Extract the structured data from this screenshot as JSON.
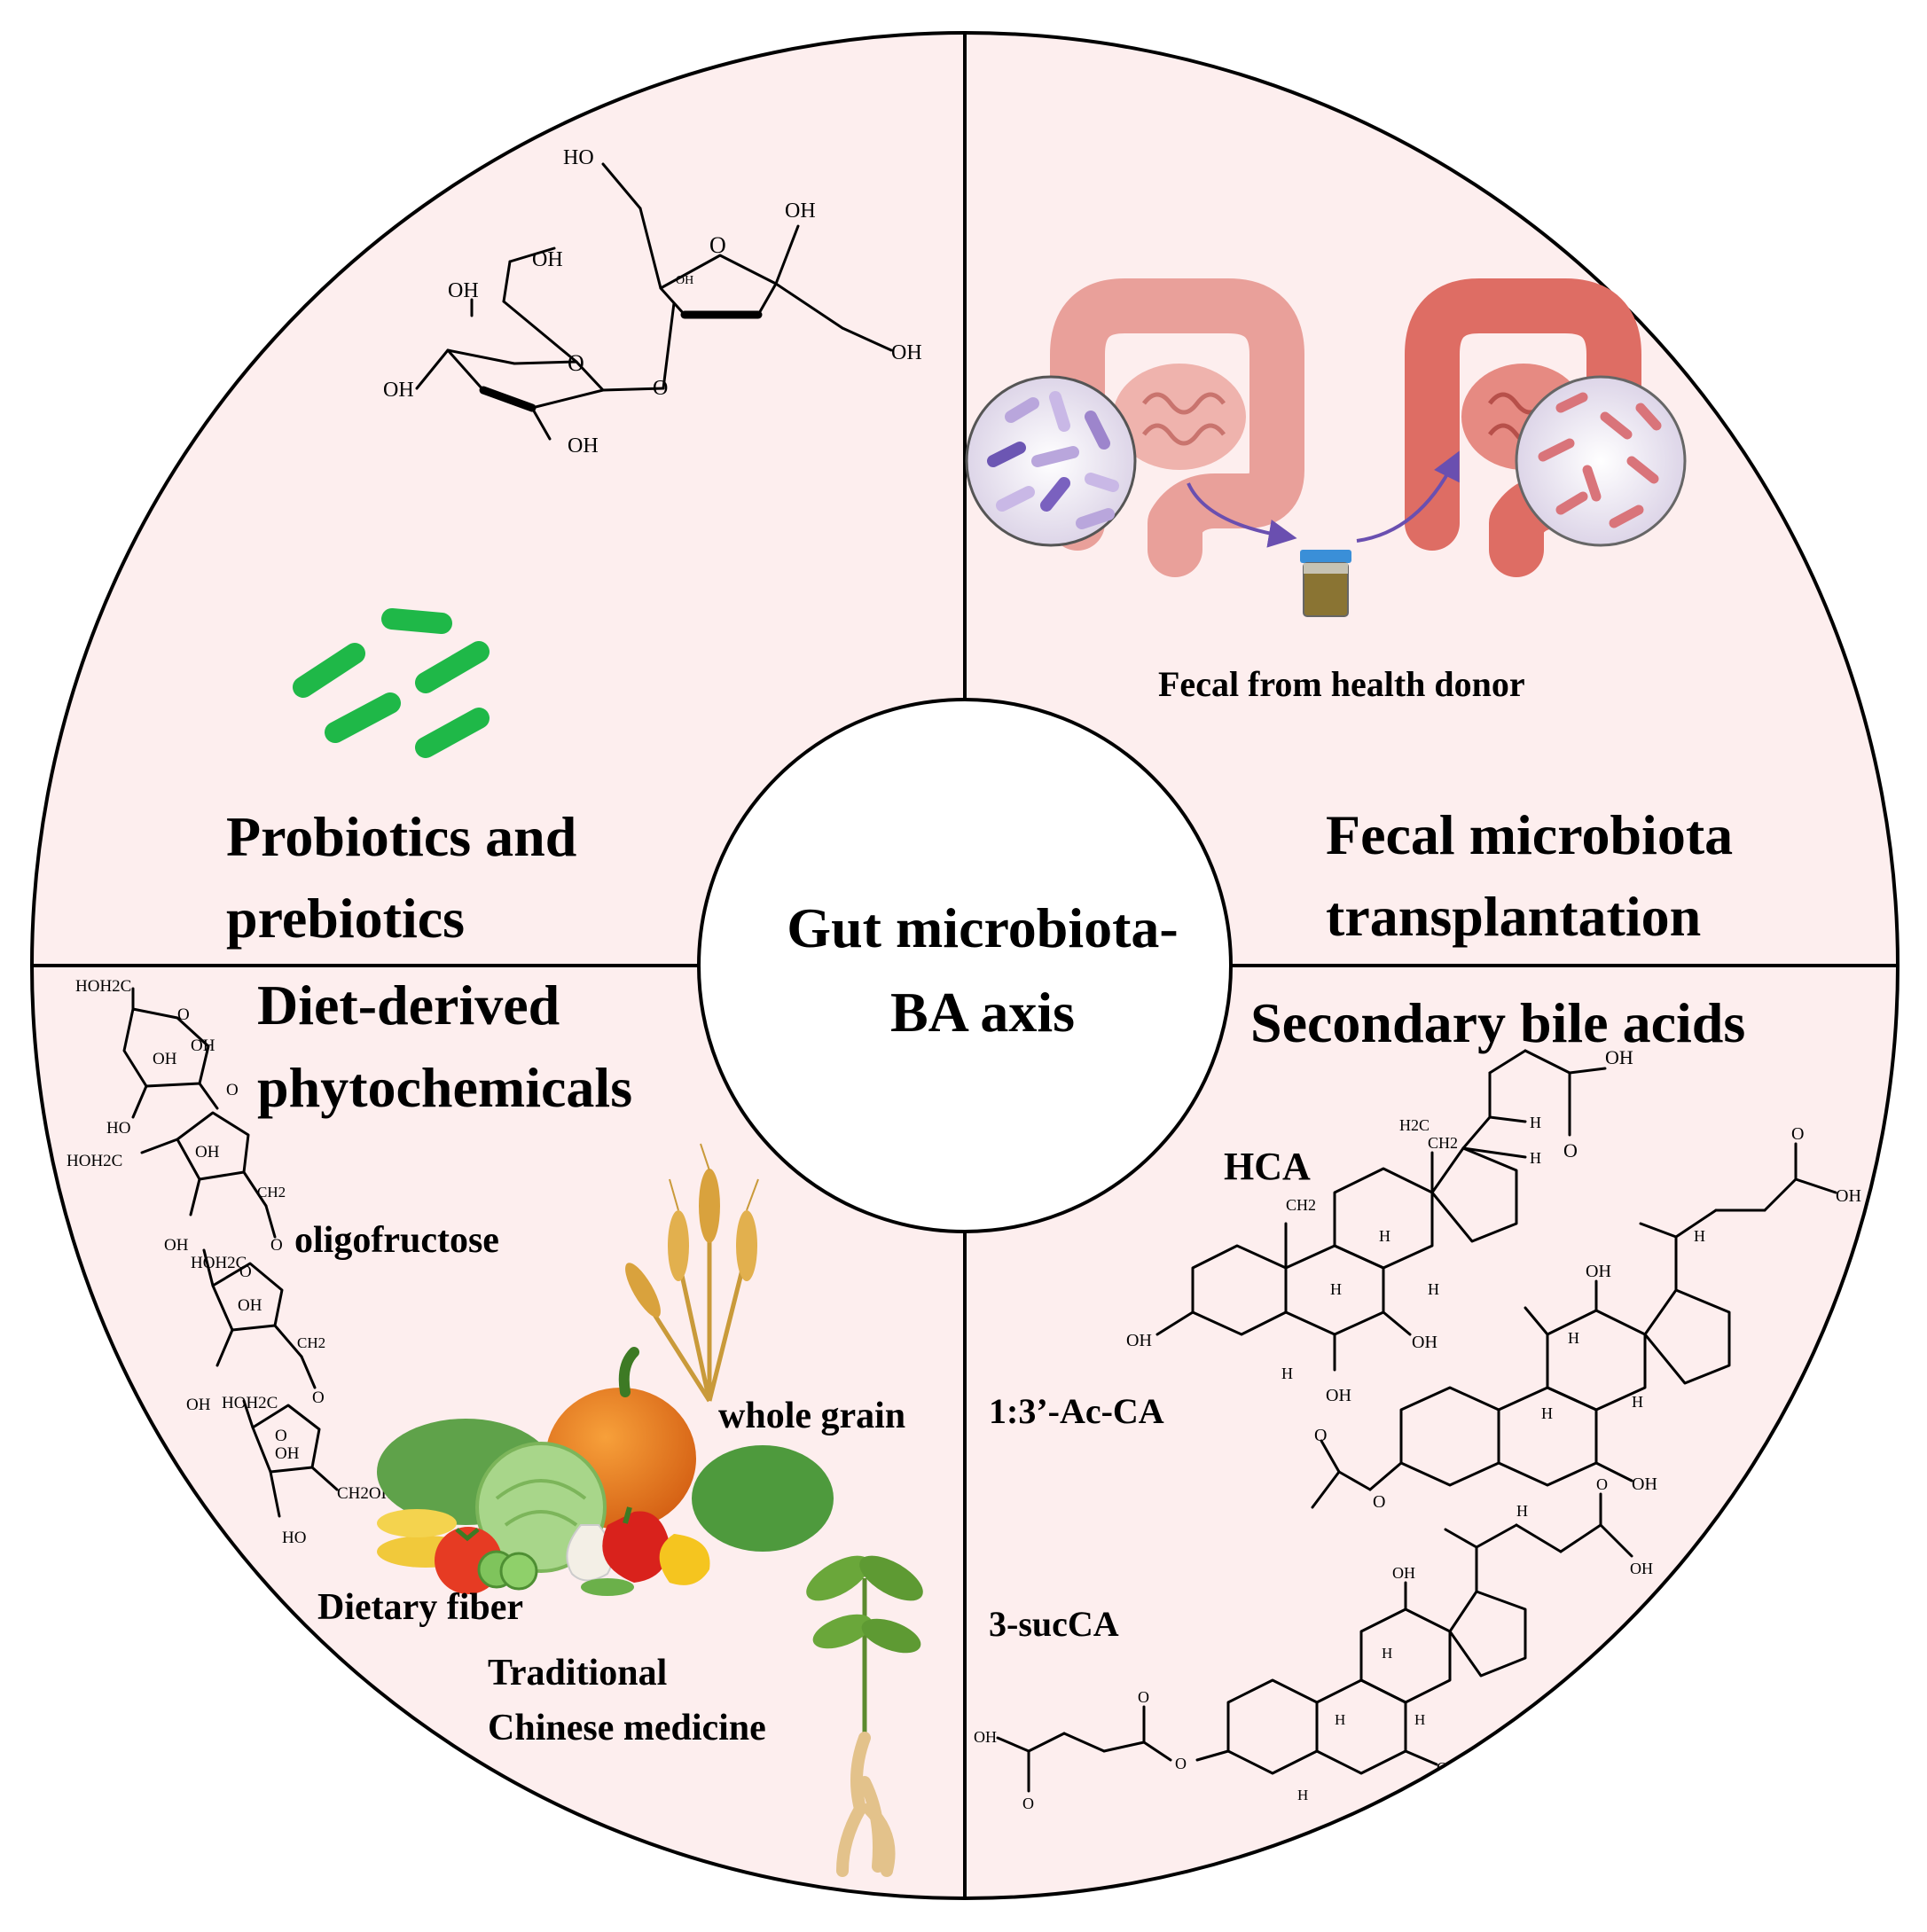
{
  "center": {
    "line1": "Gut microbiota-",
    "line2": "BA axis"
  },
  "quadrants": {
    "top_left": {
      "title_line1": "Probiotics and",
      "title_line2": "prebiotics"
    },
    "top_right": {
      "title_line1": "Fecal microbiota",
      "title_line2": "transplantation",
      "caption": "Fecal from health donor"
    },
    "bottom_left": {
      "title_line1": "Diet-derived",
      "title_line2": "phytochemicals",
      "labels": {
        "oligofructose": "oligofructose",
        "whole_grain": "whole grain",
        "dietary_fiber": "Dietary fiber",
        "tcm_line1": "Traditional",
        "tcm_line2": "Chinese medicine"
      }
    },
    "bottom_right": {
      "title": "Secondary bile acids",
      "compounds": {
        "hca": "HCA",
        "ac_ca": "1:3’-Ac-CA",
        "suc_ca": "3-sucCA"
      }
    }
  },
  "chem_text": {
    "oh": "OH",
    "ho": "HO",
    "o": "O",
    "h": "H",
    "ch2oh": "CH2OH",
    "hoh2c": "HOH2C",
    "ch2": "CH2",
    "h2c": "H2C"
  },
  "colors": {
    "panel_fill": "#fdeeee",
    "probiotic_green": "#1fb848",
    "colon_donor": "#e9a09a",
    "colon_recipient": "#de6d64",
    "bacteria_purple": "#b9a6dc",
    "bacteria_red": "#d9747a",
    "arrow_purple": "#6a4fb0"
  }
}
